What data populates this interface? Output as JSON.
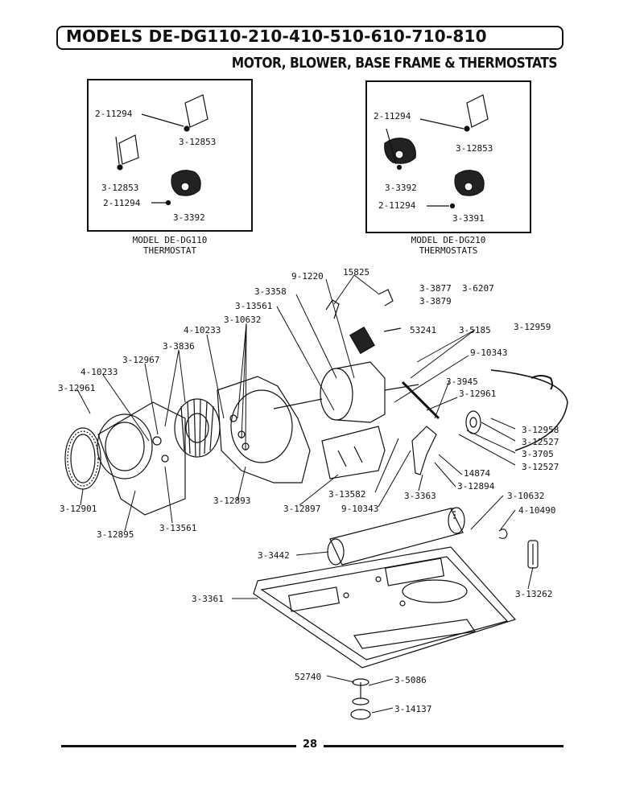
{
  "header": {
    "title": "MODELS DE-DG110-210-410-510-610-710-810",
    "subtitle": "MOTOR, BLOWER, BASE FRAME & THERMOSTATS"
  },
  "insets": [
    {
      "caption_line1": "MODEL DE-DG110",
      "caption_line2": "THERMOSTAT",
      "labels": [
        "2-11294",
        "3-12853",
        "3-12853",
        "2-11294",
        "3-3392"
      ]
    },
    {
      "caption_line1": "MODEL DE-DG210",
      "caption_line2": "THERMOSTATS",
      "labels": [
        "2-11294",
        "3-12853",
        "3-3392",
        "2-11294",
        "3-3391"
      ]
    }
  ],
  "callouts": [
    "9-1220",
    "15825",
    "3-3358",
    "3-3877",
    "3-6207",
    "3-3879",
    "3-13561",
    "3-10632",
    "53241",
    "3-5185",
    "3-12959",
    "4-10233",
    "3-3836",
    "9-10343",
    "3-12967",
    "4-10233",
    "3-3945",
    "3-12961",
    "3-12961",
    "3-12958",
    "3-12527",
    "3-3705",
    "3-12527",
    "14874",
    "3-12894",
    "3-12901",
    "3-12893",
    "3-12897",
    "3-13582",
    "9-10343",
    "3-3363",
    "3-10632",
    "4-10490",
    "3-12895",
    "3-13561",
    "3-3442",
    "3-13262",
    "3-3361",
    "52740",
    "3-5086",
    "3-14137"
  ],
  "footer": {
    "page_number": "28"
  }
}
